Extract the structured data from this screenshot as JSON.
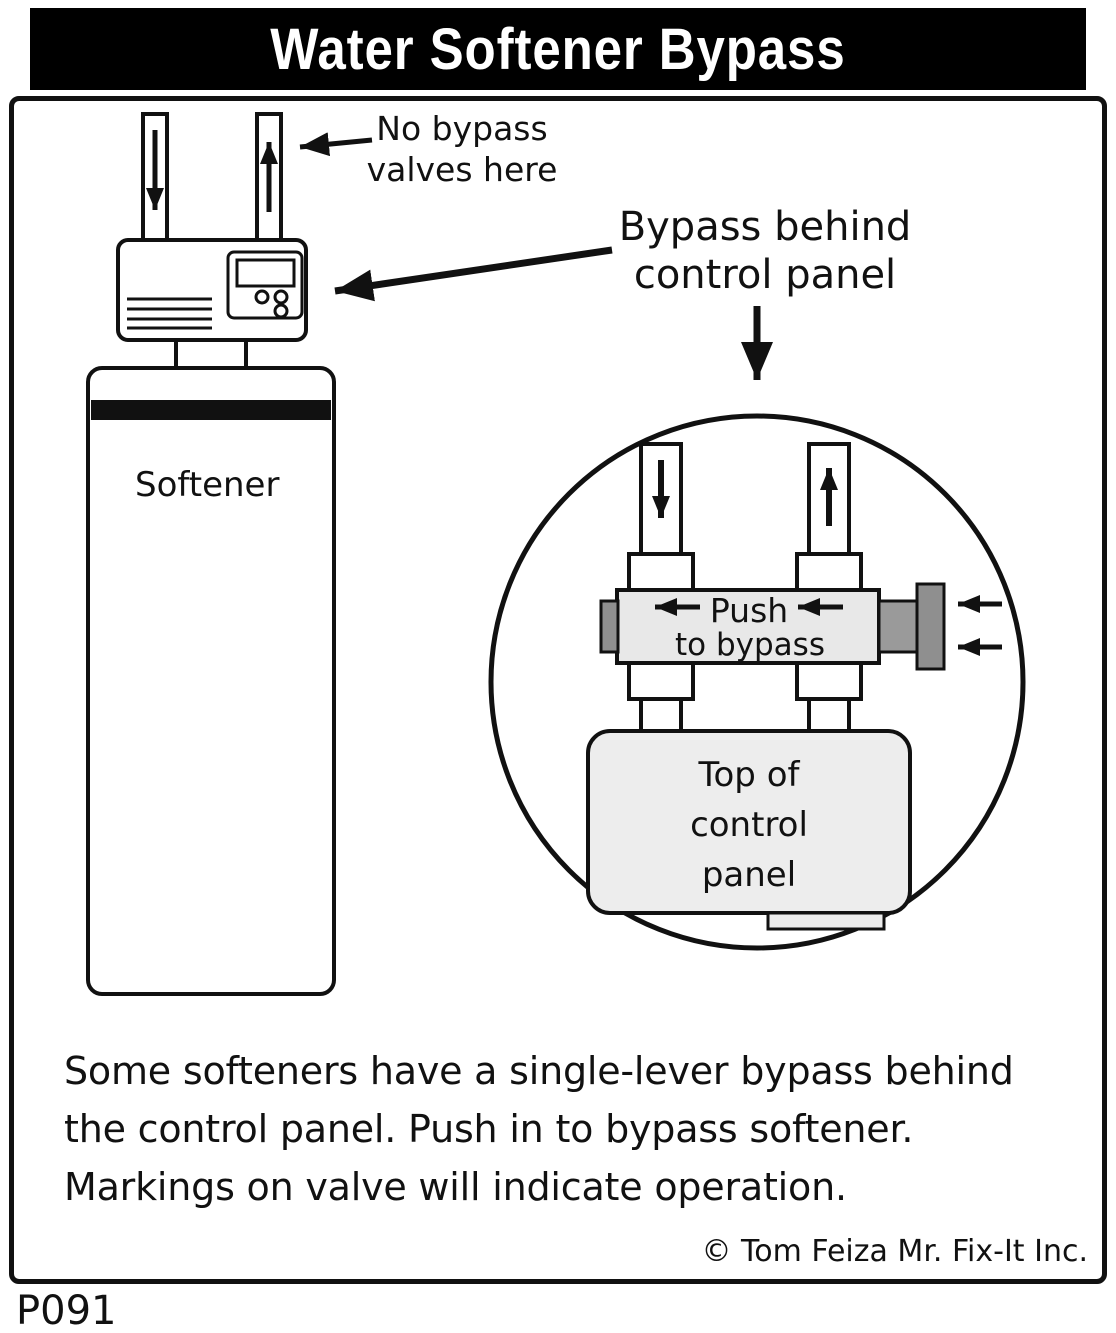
{
  "page": {
    "title": "Water Softener Bypass",
    "code": "P091",
    "copyright": "© Tom Feiza Mr. Fix-It Inc."
  },
  "softener": {
    "label": "Softener"
  },
  "annotations": {
    "no_bypass": "No bypass\nvalves here",
    "bypass_behind": "Bypass behind\ncontrol panel"
  },
  "magnified": {
    "push": "Push",
    "to_bypass": "to bypass",
    "panel_label": "Top of\ncontrol\npanel"
  },
  "caption": {
    "text": "Some softeners have a single-lever bypass behind\nthe control panel. Push in to bypass softener.\nMarkings on valve will indicate operation."
  },
  "colors": {
    "ink": "#111111",
    "valve_fill": "#e8e8e8",
    "panel_fill": "#ededed",
    "metal_gray": "#8f8f8f"
  }
}
